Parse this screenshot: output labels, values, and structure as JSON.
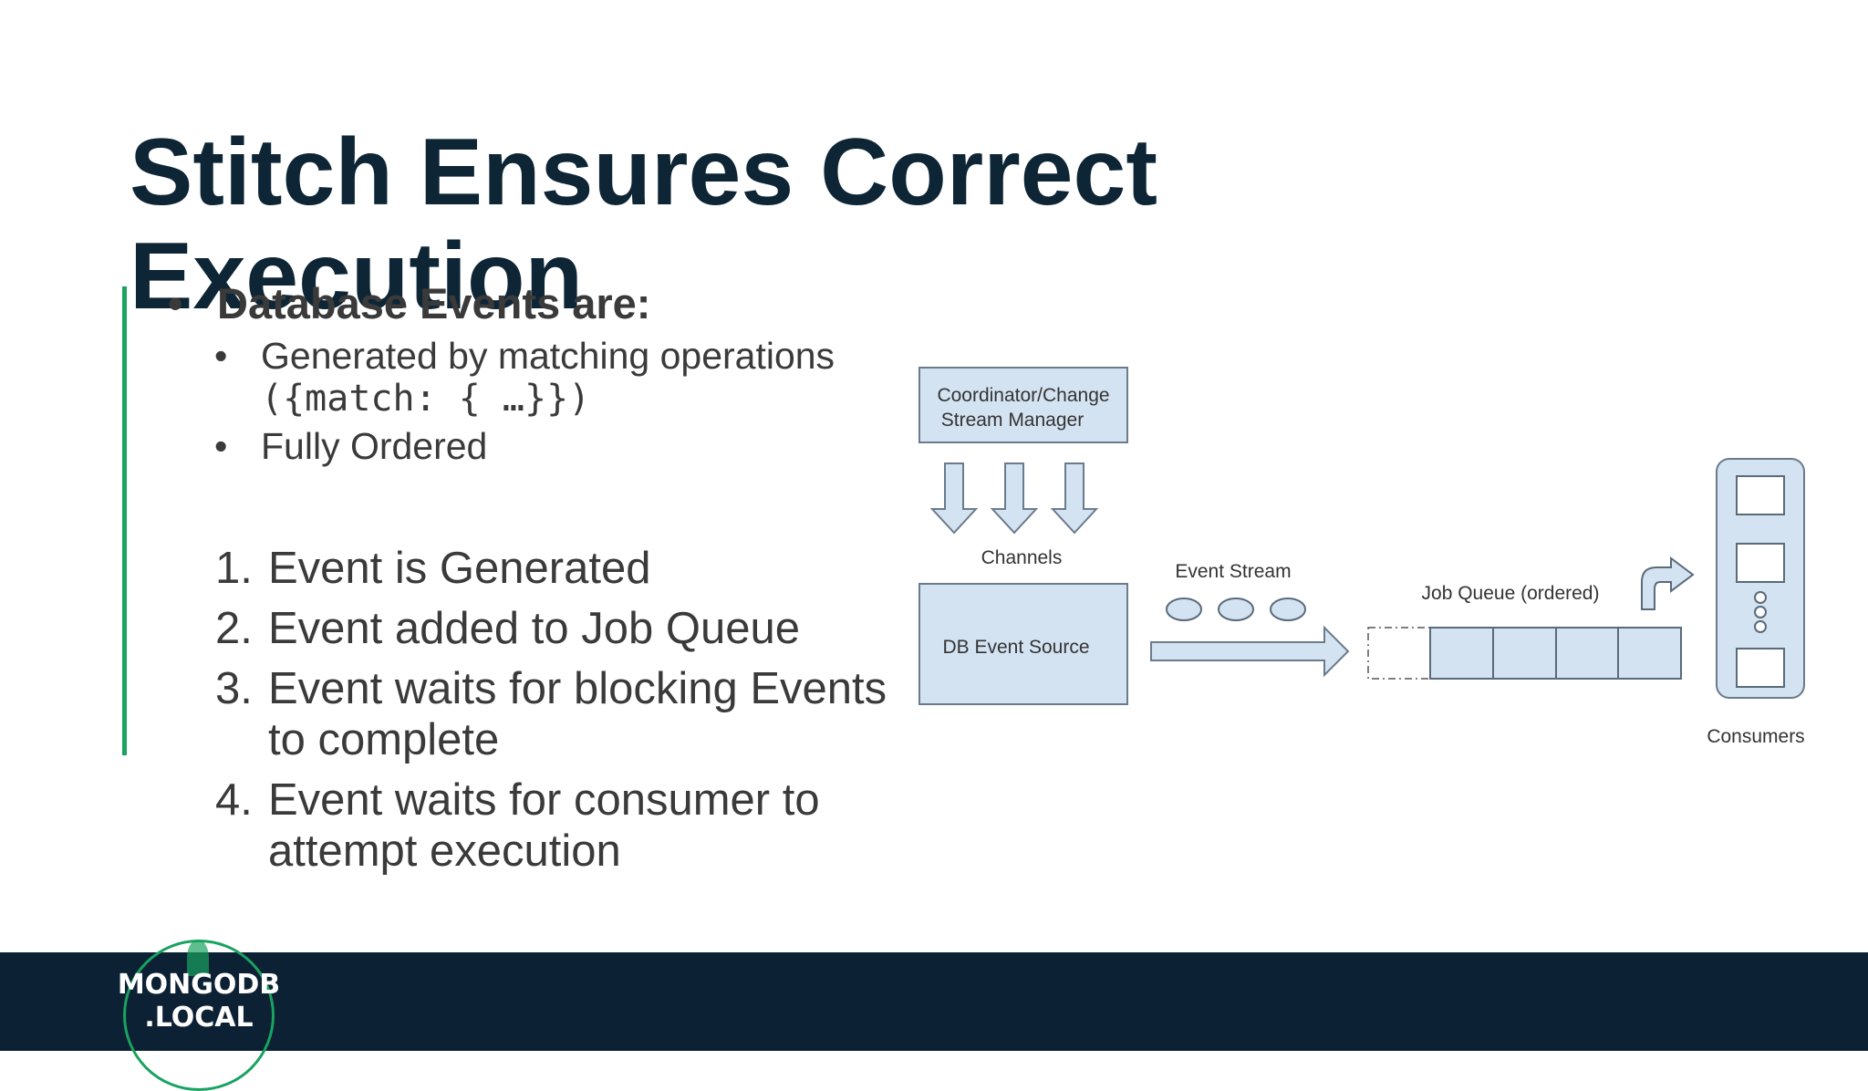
{
  "title": "Stitch Ensures Correct Execution",
  "bullets": {
    "main": "Database Events are:",
    "sub": [
      {
        "text": "Generated by matching operations",
        "code": "({match: { …}})"
      },
      {
        "text": "Fully Ordered"
      }
    ]
  },
  "steps": [
    {
      "num": "1.",
      "text": "Event is Generated"
    },
    {
      "num": "2.",
      "text": "Event added to Job Queue"
    },
    {
      "num": "3.",
      "text": "Event waits for blocking Events to complete"
    },
    {
      "num": "4.",
      "text": "Event waits for consumer to attempt execution"
    }
  ],
  "diagram": {
    "coordinator": [
      "Coordinator/Change",
      "Stream Manager"
    ],
    "channels": "Channels",
    "source": "DB Event Source",
    "event_stream": "Event Stream",
    "job_queue": "Job Queue (ordered)",
    "consumers": "Consumers"
  },
  "footer": {
    "logo_line1": "MONGODB",
    "logo_line2": ".LOCAL"
  },
  "colors": {
    "title": "#0e2536",
    "accent": "#1aa260",
    "box_fill": "#d4e3f2",
    "footer": "#0d2134"
  }
}
